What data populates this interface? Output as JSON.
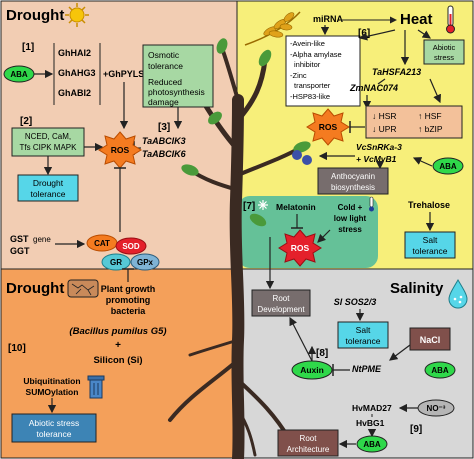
{
  "colors": {
    "drought_top_bg": "#f2cdb3",
    "heat_bg": "#f7ef7a",
    "drought_bottom_bg": "#f4a05a",
    "salinity_bg": "#d7d7d7",
    "green_box": "#a7d8a3",
    "cyan_box": "#56d6e8",
    "ros_orange": "#f47b20",
    "ros_red": "#e4202b",
    "gray_box": "#776d6d",
    "root_box": "#80504b",
    "trunk": "#3a2a22",
    "ellipse_green": "#2fd84a",
    "tan_box": "#f3c19a"
  },
  "icons": {
    "sun": "sun-icon",
    "soil": "cracked-soil-icon",
    "wheat": "wheat-icon",
    "thermometer": "thermometer-icon",
    "salt": "salt-droplet-icon",
    "trash": "trash-icon",
    "snow": "snowflake-icon"
  },
  "drought_top": {
    "title": "Drought",
    "ref1": "[1]",
    "aba": "ABA",
    "genes": [
      "GhHAI2",
      "GhAHG3",
      "GhABI2"
    ],
    "ghpyls": "+GhPYLS",
    "osmotic": [
      "Osmotic",
      "tolerance"
    ],
    "reduced": [
      "Reduced",
      "photosynthesis",
      "damage"
    ],
    "ref3": "[3]",
    "taabcik3": "TaABCIK3",
    "taabcik6": "TaABCIK6",
    "ref2": "[2]",
    "nced": [
      "NCED, CaM,",
      "Tfs CIPK MAPK"
    ],
    "ros": "ROS",
    "drought_tol": [
      "Drought",
      "tolerance"
    ],
    "gst": "GST",
    "ggt": "GGT",
    "gene": "gene",
    "cat": "CAT",
    "sod": "SOD",
    "gr": "GR",
    "gpx": "GPx"
  },
  "heat": {
    "title": "Heat",
    "mirna": "miRNA",
    "ref6": "[6]",
    "list": [
      "-Avein-like",
      "-Alpha amylase",
      "inhibitor",
      "-Zinc",
      "transporter",
      "-HSP83-like"
    ],
    "abiotic": [
      "Abiotic",
      "stress"
    ],
    "tahsfa": "TaHSFA213",
    "zmnac": "ZmNAC074",
    "ros": "ROS",
    "hsr": "↓ HSR",
    "upr": "↓ UPR",
    "hsf": "↑ HSF",
    "bzip": "↑ bZIP",
    "vcsnrka": "VcSnRKa-3",
    "vcmyb": "+ VcMyB1",
    "aba": "ABA",
    "anthocyanin": [
      "Anthocyanin",
      "biosynthesis"
    ],
    "ref7": "[7]",
    "melatonin": "Melatonin",
    "cold": [
      "Cold +",
      "low light",
      "stress"
    ],
    "ros2": "ROS",
    "trehalose": "Trehalose",
    "salt_tol": [
      "Salt",
      "tolerance"
    ]
  },
  "drought_bottom": {
    "title": "Drought",
    "pgp": [
      "Plant growth",
      "promoting",
      "bacteria"
    ],
    "bacillus": "(Bacillus pumilus G5)",
    "plus": "+",
    "silicon": "Silicon (Si)",
    "ref10": "[10]",
    "ubiq": [
      "Ubiquitination",
      "SUMOylation"
    ],
    "abiotic_tol": [
      "Abiotic stress",
      "tolerance"
    ]
  },
  "salinity": {
    "title": "Salinity",
    "root_dev": [
      "Root",
      "Development"
    ],
    "sisos": "Sl SOS2/3",
    "salt_tol": [
      "Salt",
      "tolerance"
    ],
    "nacl": "NaCl",
    "ref8": "[8]",
    "auxin": "Auxin",
    "ntpme": "NtPME",
    "aba": "ABA",
    "hvmad": "HvMAD27",
    "hvbg": "HvBG1",
    "no3": "NO⁻³",
    "ref9": "[9]",
    "aba2": "ABA",
    "root_arch": [
      "Root",
      "Architecture"
    ]
  }
}
